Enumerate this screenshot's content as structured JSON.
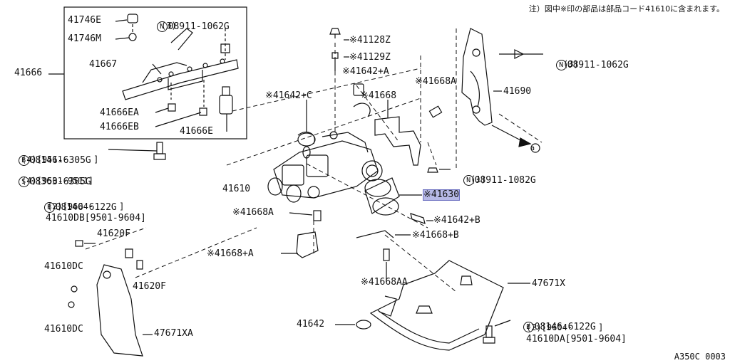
{
  "header": {
    "note": "注）図中※印の部品は部品コード41610に含まれます。",
    "diagram_code": "A350C 0003"
  },
  "marker": "※",
  "circle_letters": {
    "N": "N",
    "B": "B",
    "S": "S",
    "A": "a"
  },
  "labels": {
    "p41746E": "41746E",
    "p41746M": "41746M",
    "p41666": "41666",
    "p41667": "41667",
    "p41666EA": "41666EA",
    "p41666EB": "41666EB",
    "p41666E": "41666E",
    "n08911_1062G_a": "08911-1062G",
    "n08911_1062G_a_qty": "(3)",
    "b08146_6305G": "08146-6305G",
    "b08146_6305G_sub": "(4)[9511-     ]",
    "s08363_6305G": "08363-6305G",
    "s08363_6305G_sub": "(4)[9501-9511]",
    "b08146_6122G_l": "08146-6122G",
    "b08146_6122G_l_sub": "(2)[9604-     ]",
    "p41610DB": "41610DB[9501-9604]",
    "p41620F_a": "41620F",
    "p41610DC_a": "41610DC",
    "p41620F_b": "41620F",
    "p41610DC_b": "41610DC",
    "p47671XA": "47671XA",
    "p41128Z": "41128Z",
    "p41129Z": "41129Z",
    "p41642A": "41642+A",
    "p41642C": "41642+C",
    "p41668": "41668",
    "p41668A_top": "41668A",
    "p41610": "41610",
    "p41630": "41630",
    "p41668A_mid": "41668A",
    "p41642B": "41642+B",
    "p41668B": "41668+B",
    "p41668A_low": "41668+A",
    "p41668AA": "41668AA",
    "p41642": "41642",
    "n08911_1062G_b": "08911-1062G",
    "n08911_1062G_b_qty": "(3)",
    "p41690": "41690",
    "n08911_1082G": "08911-1082G",
    "n08911_1082G_qty": "(1)",
    "p47671X": "47671X",
    "b08146_6122G_r": "08146-6122G",
    "b08146_6122G_r_sub": "(2)[9604-     ]",
    "p41610DA": "41610DA[9501-9604]"
  }
}
